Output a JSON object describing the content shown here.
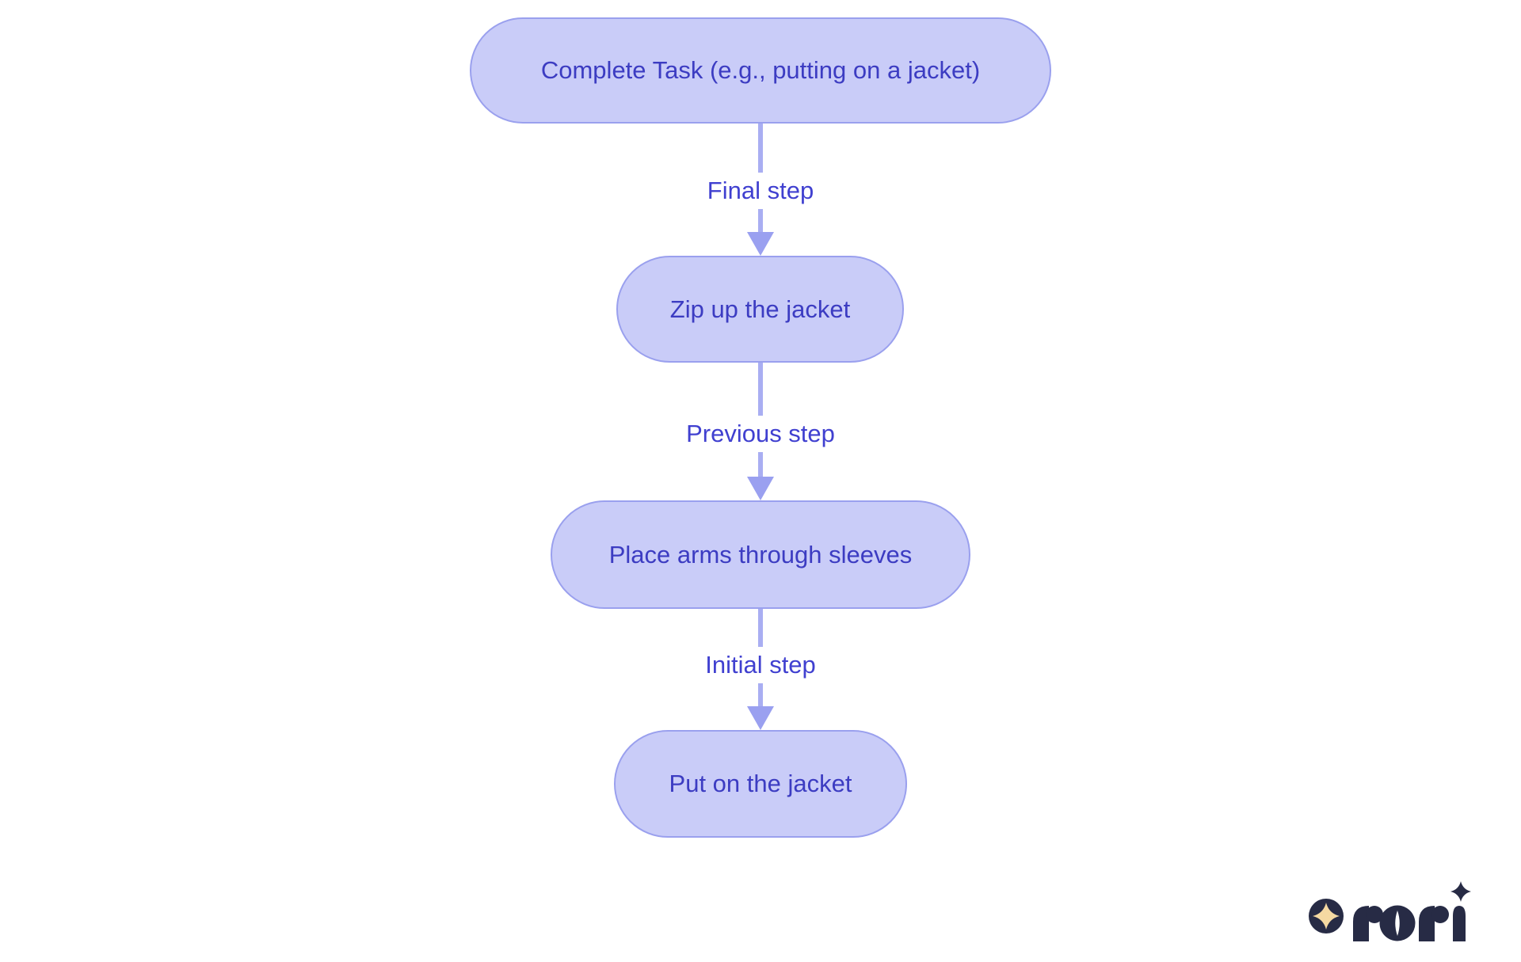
{
  "diagram": {
    "type": "flowchart",
    "direction": "top-down",
    "nodes": [
      {
        "id": "complete-task",
        "label": "Complete Task (e.g., putting on a jacket)"
      },
      {
        "id": "zip-up-jacket",
        "label": "Zip up the jacket"
      },
      {
        "id": "place-arms",
        "label": "Place arms through sleeves"
      },
      {
        "id": "put-on-jacket",
        "label": "Put on the jacket"
      }
    ],
    "edges": [
      {
        "from": "complete-task",
        "to": "zip-up-jacket",
        "label": "Final step"
      },
      {
        "from": "zip-up-jacket",
        "to": "place-arms",
        "label": "Previous step"
      },
      {
        "from": "place-arms",
        "to": "put-on-jacket",
        "label": "Initial step"
      }
    ],
    "colors": {
      "background": "#ffffff",
      "node_fill": "#c9ccf8",
      "node_border": "#9aa0ee",
      "node_text": "#3c3cc2",
      "edge_line": "#a9aef2",
      "arrowhead": "#9aa0f0",
      "edge_label_text": "#4040d0"
    }
  },
  "logo": {
    "brand": "rori",
    "icons": [
      "sparkle-in-circle-icon",
      "sparkle-icon"
    ],
    "colors": {
      "navy": "#272b45",
      "cream": "#f5d9a2"
    }
  }
}
